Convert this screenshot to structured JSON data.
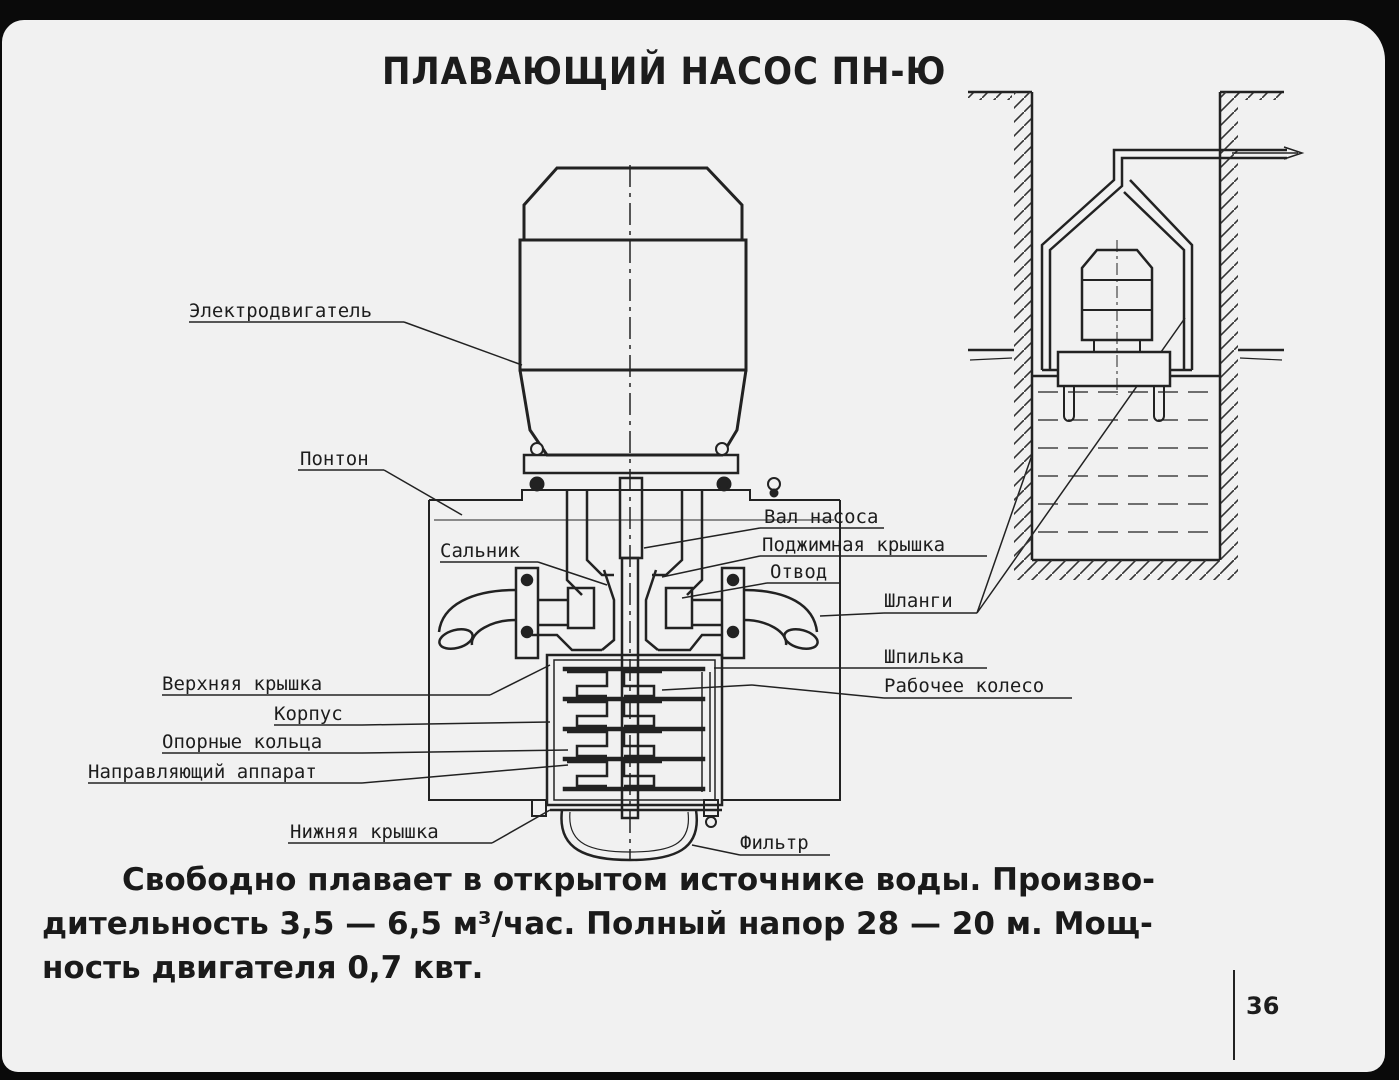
{
  "title": "ПЛАВАЮЩИЙ НАСОС ПН-Ю",
  "labels": {
    "motor": "Электродвигатель",
    "pontoon": "Понтон",
    "gland": "Сальник",
    "shaft": "Вал насоса",
    "pressure_cover": "Поджимная крышка",
    "outlet": "Отвод",
    "hoses": "Шланги",
    "stud": "Шпилька",
    "impeller": "Рабочее колесо",
    "upper_cover": "Верхняя крышка",
    "casing": "Корпус",
    "support_rings": "Опорные кольца",
    "guide_apparatus": "Направляющий аппарат",
    "lower_cover": "Нижняя крышка",
    "filter": "Фильтр"
  },
  "description": {
    "line1": "Свободно плавает в открытом источнике воды. Произво-",
    "line2": "дительность 3,5 — 6,5 м³/час. Полный напор 28 — 20 м. Мощ-",
    "line3": "ность двигателя 0,7 квт."
  },
  "page_number": "36"
}
